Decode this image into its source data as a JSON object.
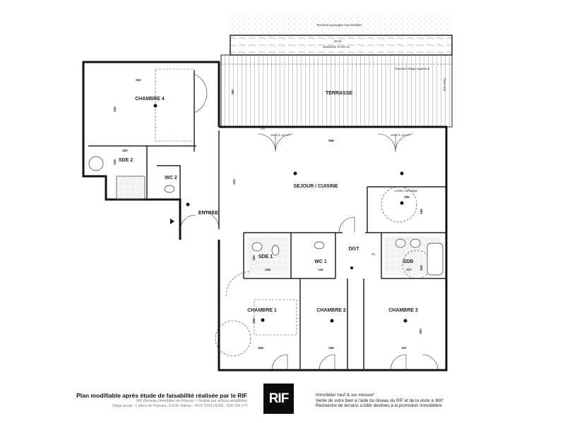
{
  "plan": {
    "outdoor": {
      "landscaped_terrace": "Terrasse paysagée inaccessible",
      "planter_code": "GCM",
      "planter": "Jardinière ht 20 cm",
      "upper_floor_outline": "Emprise étage supérieur",
      "windbreak": "Pare-vue"
    },
    "rooms": {
      "terrasse": "TERRASSE",
      "chambre4": "CHAMBRE 4",
      "sde2": "SDE 2",
      "wc2": "WC 2",
      "entree": "ENTREE",
      "sejour": "SEJOUR / CUISINE",
      "dgt": "DGT",
      "sde1": "SDE 1",
      "wc1": "WC 1",
      "sdb": "SDB",
      "chambre1": "CHAMBRE 1",
      "chambre2": "CHAMBRE 2",
      "chambre3": "CHAMBRE 3"
    },
    "annotations": {
      "tile_limit": "Limite carrelage",
      "sill1": "seuil h=11 cm",
      "sill2": "seuil h=11 cm",
      "pl": "PL",
      "vr": "VR"
    },
    "dimensions": {
      "terrasse_depth": "297",
      "chambre4_width": "532",
      "chambre4_depth": "320",
      "sde2_width": "320",
      "sde2_depth": "220",
      "sejour_width": "938",
      "sejour_depth": "433",
      "kitchen_width": "295",
      "kitchen_depth": "185",
      "sde1_depth": "185",
      "sde1_width": "238",
      "wc1_width": "132",
      "sdb_width": "227",
      "sdb_depth": "220",
      "chambre1_width": "328",
      "chambre1_depth": "300",
      "chambre2_width": "259",
      "chambre3_width": "337",
      "chambre3_depth": "294"
    }
  },
  "footer": {
    "title": "Plan modifiable après étude de faisabilité réalisée par le RIF",
    "company": "RIF (Réseau Immobilier de France) – Société par actions simplifiées",
    "address": "Siège social : 1 place de Paveurs, 31130, Balma – RCS TOULOUSE : 534 234 174",
    "logo": "RIF",
    "tagline1": "Immobilier neuf & sur-mesure*",
    "tagline2": "Vente de votre bien à l'aide du réseau du RIF et de la visite à 360°",
    "tagline3": "Recherche de terrains à bâtir destinés à la promotion immobilière"
  }
}
